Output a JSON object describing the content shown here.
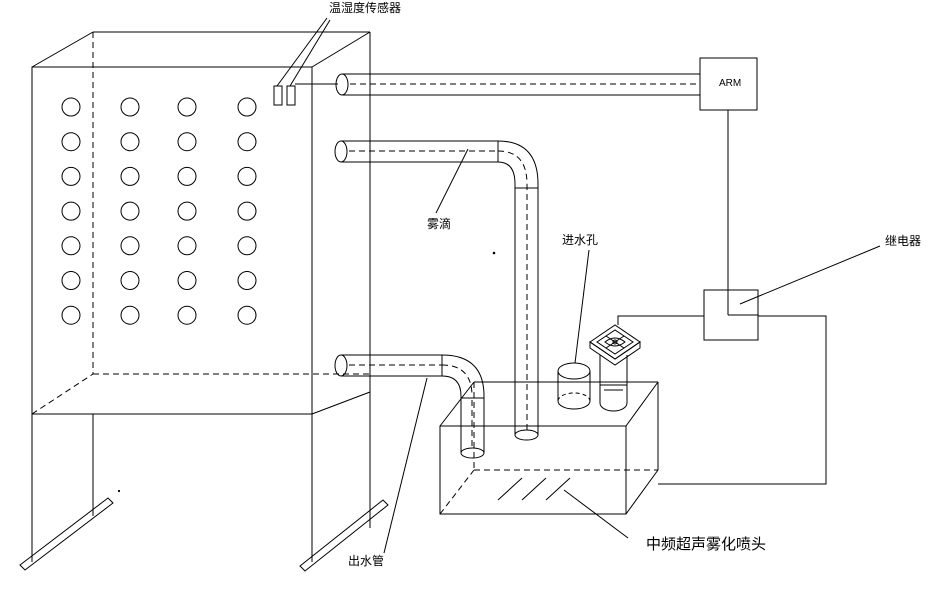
{
  "labels": {
    "temp_humidity_sensor": "温湿度传感器",
    "arm": "ARM",
    "mist_droplet": "雾滴",
    "water_inlet": "进水孔",
    "relay": "继电器",
    "water_outlet_pipe": "出水管",
    "ultrasonic_atomizer": "中频超声雾化喷头"
  },
  "cabinet": {
    "hole_rows": 7,
    "hole_cols": 4
  }
}
